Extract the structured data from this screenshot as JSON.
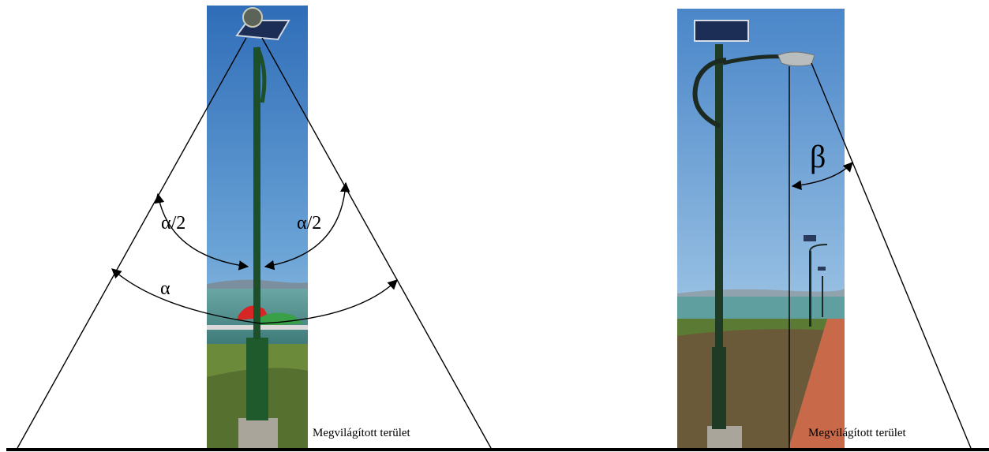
{
  "left_diagram": {
    "half_angle_left": "α/2",
    "half_angle_right": "α/2",
    "full_angle": "α",
    "area_label": "Megvilágított terület"
  },
  "right_diagram": {
    "tilt_angle": "β",
    "area_label": "Megvilágított terület"
  },
  "colors": {
    "sky_top": "#3a78c4",
    "sky_bottom": "#b7d3ea",
    "sea": "#4f8c8c",
    "grass": "#4f6a2c",
    "pole": "#1f4d2a",
    "walkway": "#c96a4a",
    "line": "#000000"
  }
}
